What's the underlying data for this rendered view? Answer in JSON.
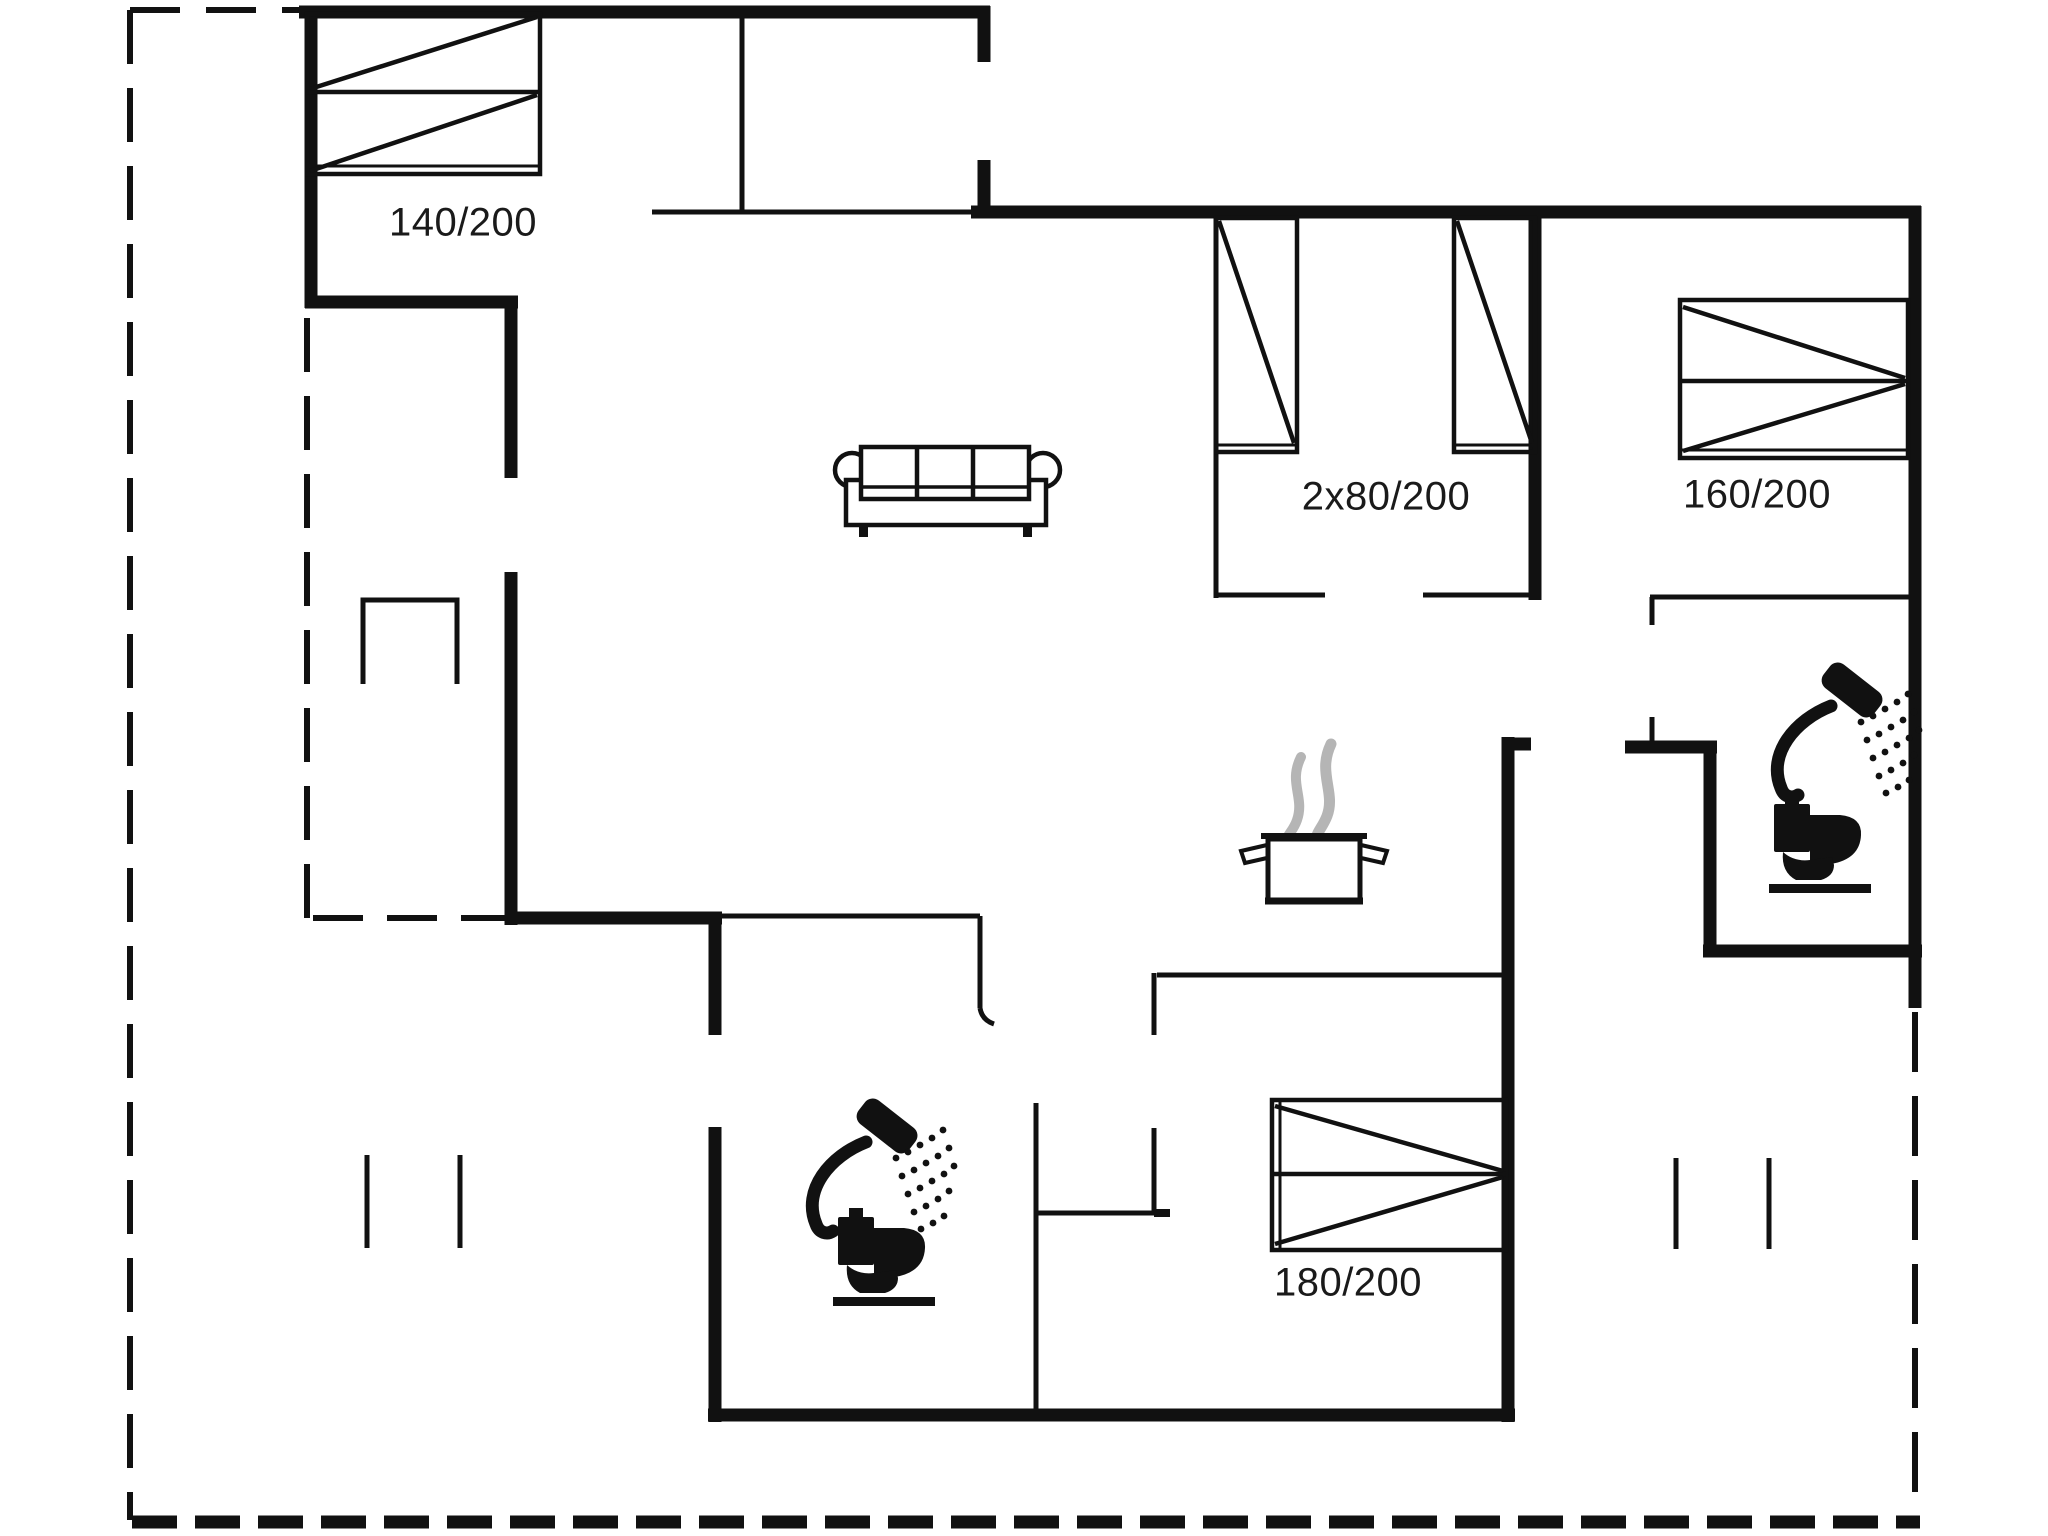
{
  "floor_plan": {
    "bed_labels": [
      {
        "id": "bed-140",
        "label": "140/200"
      },
      {
        "id": "bed-2x80",
        "label": "2x80/200"
      },
      {
        "id": "bed-160",
        "label": "160/200"
      },
      {
        "id": "bed-180",
        "label": "180/200"
      }
    ],
    "icons": [
      "sofa-icon",
      "cooking-pot-icon",
      "steam-icon",
      "shower-icon",
      "toilet-icon",
      "bed-symbol",
      "terrace-dashed-boundary"
    ],
    "colors": {
      "line": "#111111",
      "steam": "#b5b5b5",
      "background": "#ffffff"
    }
  }
}
